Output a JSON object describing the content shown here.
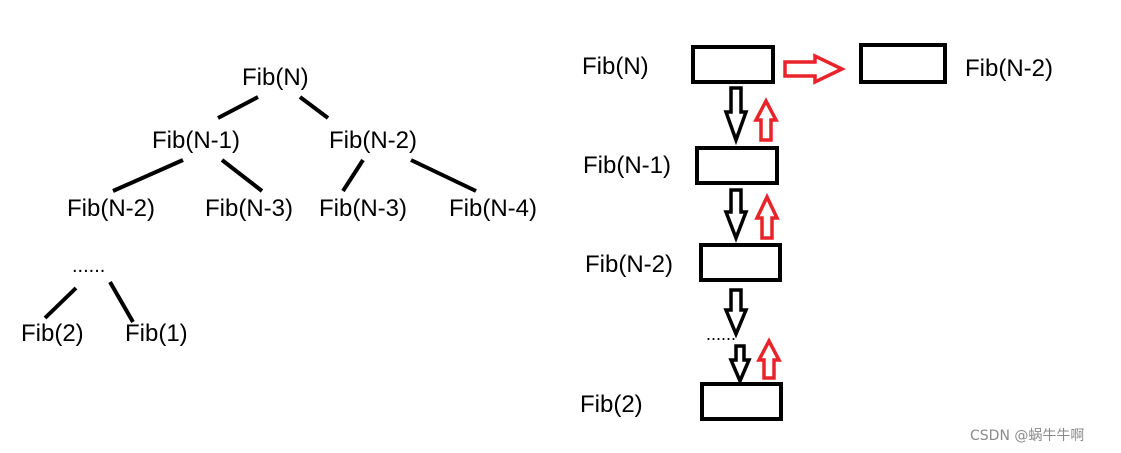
{
  "tree": {
    "root": "Fib(N)",
    "level1": [
      "Fib(N-1)",
      "Fib(N-2)"
    ],
    "level2": [
      "Fib(N-2)",
      "Fib(N-3)",
      "Fib(N-3)",
      "Fib(N-4)"
    ],
    "ellipsis": "......",
    "leaves": [
      "Fib(2)",
      "Fib(1)"
    ]
  },
  "stack": {
    "frames": [
      "Fib(N)",
      "Fib(N-1)",
      "Fib(N-2)",
      "Fib(2)"
    ],
    "ellipsis": "......",
    "side_frame": "Fib(N-2)"
  },
  "colors": {
    "line": "#000000",
    "arrow_return": "#e8232a"
  },
  "watermark": "CSDN @蜗牛牛啊"
}
